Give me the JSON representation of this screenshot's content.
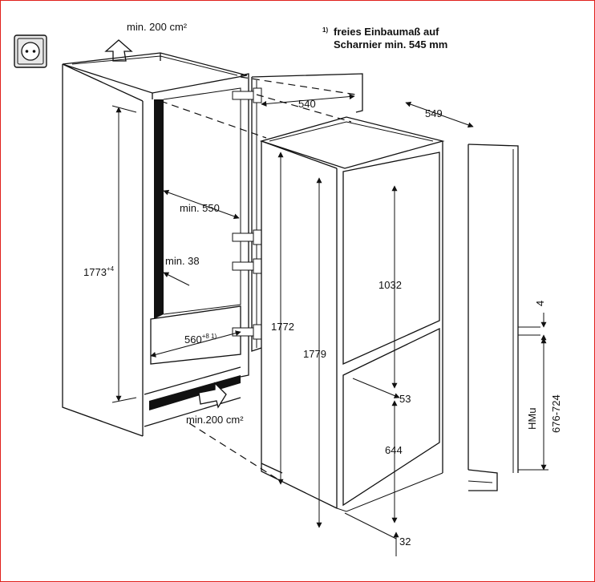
{
  "note": {
    "marker": "1)",
    "line1": "freies Einbaumaß auf",
    "line2": "Scharnier min. 545 mm"
  },
  "labels": {
    "vent_top": "min. 200 cm²",
    "vent_bottom": "min.200 cm²",
    "niche_height": "1773",
    "niche_height_sup": "+4",
    "depth_min": "min. 550",
    "gap_min": "min. 38",
    "niche_width": "560",
    "niche_width_sup": "+8 1)",
    "appliance_width": "540",
    "appliance_depth": "549",
    "appliance_height": "1772",
    "door_height_total": "1779",
    "upper_door": "1032",
    "door_gap": "53",
    "lower_door": "644",
    "plinth": "32",
    "side_gap": "4",
    "hmu": "HMu",
    "hmu_range": "676-724"
  },
  "colors": {
    "line": "#111111",
    "frame": "#e0201c",
    "background": "#ffffff"
  },
  "icons": [
    "power-socket-icon",
    "vent-arrow-up-icon",
    "vent-arrow-in-icon"
  ]
}
